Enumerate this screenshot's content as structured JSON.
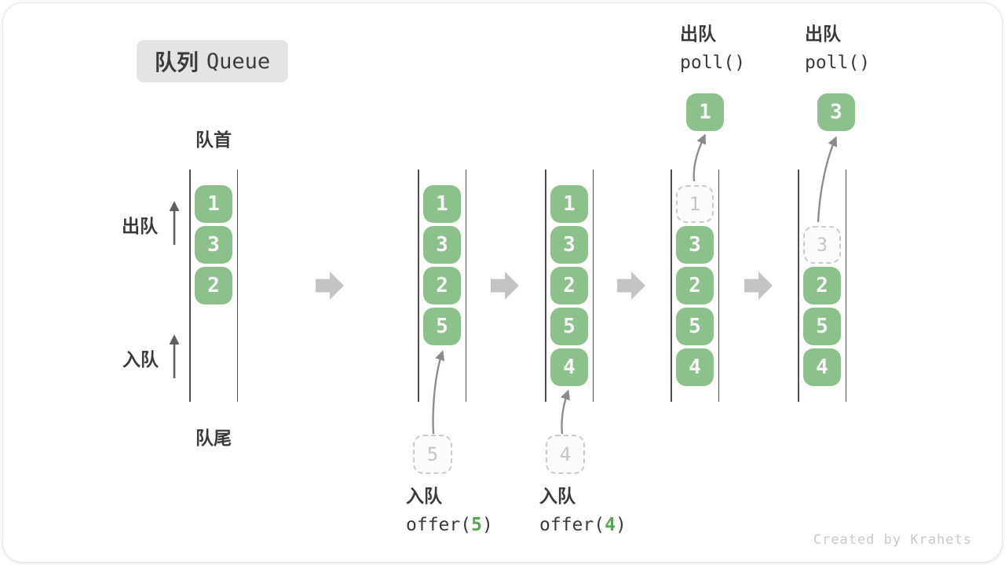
{
  "title": {
    "zh": "队列",
    "en": "Queue"
  },
  "side_labels": {
    "front": "队首",
    "rear": "队尾",
    "dequeue": "出队",
    "enqueue": "入队"
  },
  "stages": [
    {
      "cells": [
        "1",
        "3",
        "2"
      ]
    },
    {
      "cells": [
        "1",
        "3",
        "2",
        "5"
      ]
    },
    {
      "cells": [
        "1",
        "3",
        "2",
        "5",
        "4"
      ]
    },
    {
      "cells": [
        "1",
        "3",
        "2",
        "5",
        "4"
      ]
    },
    {
      "cells": [
        "3",
        "2",
        "5",
        "4"
      ]
    }
  ],
  "operations": {
    "offer5": {
      "label": "入队",
      "code_fn": "offer(",
      "arg": "5",
      "close": ")",
      "ghost_value": "5"
    },
    "offer4": {
      "label": "入队",
      "code_fn": "offer(",
      "arg": "4",
      "close": ")",
      "ghost_value": "4"
    },
    "poll1": {
      "label": "出队",
      "code": "poll()",
      "popped_value": "1"
    },
    "poll2": {
      "label": "出队",
      "code": "poll()",
      "popped_value": "3"
    }
  },
  "watermark": "Created by Krahets",
  "colors": {
    "cell_green": "#8cc18b",
    "code_green": "#57a457",
    "wall_gray": "#4e4e4e",
    "block_arrow_gray": "#c4c4c4",
    "curve_arrow_gray": "#8a8a8a",
    "ghost_border": "#cbcbcb",
    "badge_bg": "#e4e4e4",
    "text_dark": "#3c3c3c",
    "watermark_gray": "#c9c9c9"
  }
}
